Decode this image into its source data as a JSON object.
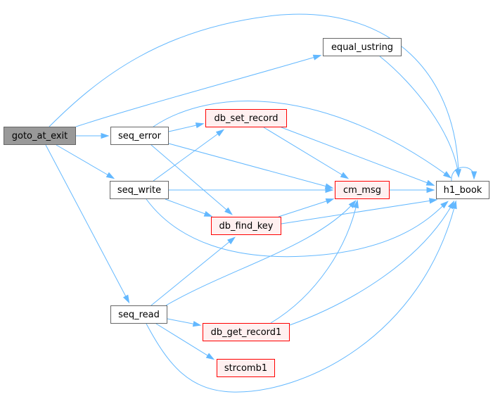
{
  "diagram": {
    "colors": {
      "edge": "#63b8ff",
      "node_border": "#666666",
      "node_fill": "#ffffff",
      "current_fill": "#999999",
      "highlight_border": "#ff0000",
      "highlight_fill": "#fff0f0"
    },
    "nodes": {
      "goto_at_exit": "goto_at_exit",
      "equal_ustring": "equal_ustring",
      "seq_error": "seq_error",
      "db_set_record": "db_set_record",
      "seq_write": "seq_write",
      "cm_msg": "cm_msg",
      "h1_book": "h1_book",
      "db_find_key": "db_find_key",
      "seq_read": "seq_read",
      "db_get_record1": "db_get_record1",
      "strcomb1": "strcomb1"
    },
    "edges": [
      {
        "from": "goto_at_exit",
        "to": "equal_ustring"
      },
      {
        "from": "goto_at_exit",
        "to": "h1_book"
      },
      {
        "from": "goto_at_exit",
        "to": "seq_error"
      },
      {
        "from": "goto_at_exit",
        "to": "seq_write"
      },
      {
        "from": "goto_at_exit",
        "to": "seq_read"
      },
      {
        "from": "equal_ustring",
        "to": "h1_book"
      },
      {
        "from": "seq_error",
        "to": "db_set_record"
      },
      {
        "from": "seq_error",
        "to": "cm_msg"
      },
      {
        "from": "seq_error",
        "to": "db_find_key"
      },
      {
        "from": "seq_error",
        "to": "h1_book"
      },
      {
        "from": "db_set_record",
        "to": "cm_msg"
      },
      {
        "from": "db_set_record",
        "to": "h1_book"
      },
      {
        "from": "seq_write",
        "to": "db_set_record"
      },
      {
        "from": "seq_write",
        "to": "cm_msg"
      },
      {
        "from": "seq_write",
        "to": "db_find_key"
      },
      {
        "from": "seq_write",
        "to": "h1_book"
      },
      {
        "from": "cm_msg",
        "to": "h1_book"
      },
      {
        "from": "h1_book",
        "to": "h1_book"
      },
      {
        "from": "db_find_key",
        "to": "cm_msg"
      },
      {
        "from": "db_find_key",
        "to": "h1_book"
      },
      {
        "from": "seq_read",
        "to": "db_find_key"
      },
      {
        "from": "seq_read",
        "to": "cm_msg"
      },
      {
        "from": "seq_read",
        "to": "db_get_record1"
      },
      {
        "from": "seq_read",
        "to": "strcomb1"
      },
      {
        "from": "seq_read",
        "to": "h1_book"
      },
      {
        "from": "db_get_record1",
        "to": "cm_msg"
      },
      {
        "from": "db_get_record1",
        "to": "h1_book"
      }
    ]
  }
}
